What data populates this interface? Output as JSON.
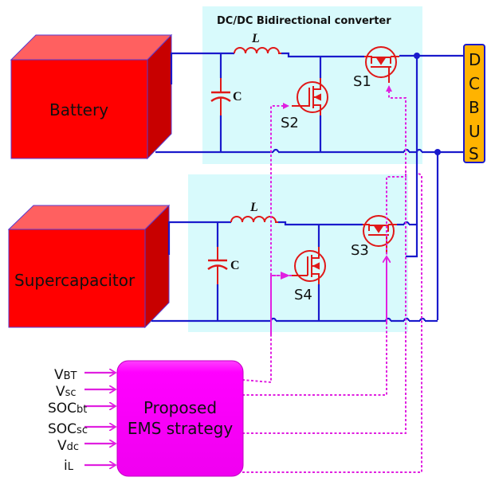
{
  "diagram": {
    "title": "Hybrid energy storage system with bidirectional DC/DC converters",
    "converter_top": {
      "title": "DC/DC Bidirectional converter",
      "inductor_label": "L",
      "capacitor_label": "C",
      "switches": [
        "S1",
        "S2"
      ]
    },
    "converter_bottom": {
      "inductor_label": "L",
      "capacitor_label": "C",
      "switches": [
        "S3",
        "S4"
      ]
    },
    "battery": {
      "label": "Battery"
    },
    "supercapacitor": {
      "label": "Supercapacitor"
    },
    "dc_bus": {
      "letters": [
        "D",
        "C",
        "B",
        "U",
        "S"
      ]
    },
    "ems": {
      "line1": "Proposed",
      "line2": "EMS strategy",
      "inputs": [
        {
          "main": "V",
          "sub": "BT"
        },
        {
          "main": "V",
          "sub": "sc"
        },
        {
          "main": "SOC",
          "sub": "bt"
        },
        {
          "main": "SOC",
          "sub": "sc"
        },
        {
          "main": "V",
          "sub": "dc"
        },
        {
          "main": "i",
          "sub": "L"
        }
      ]
    },
    "colors": {
      "wire": "#1a1acc",
      "component": "#e01818",
      "control": "#e020e0",
      "converter_bg": "#d8fafc",
      "block_red": "#ff0000",
      "block_top": "#ff6060",
      "block_side": "#c80000",
      "dc_bus_fill": "#ffb300",
      "ems_fill": "#ff00ff"
    }
  }
}
